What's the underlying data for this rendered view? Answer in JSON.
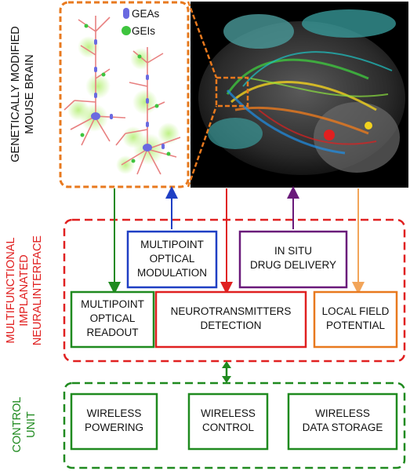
{
  "colors": {
    "orange": "#e8791e",
    "blue": "#1f3fc4",
    "red": "#e02020",
    "purple": "#6a1a7a",
    "light_orange": "#f2a55a",
    "green": "#1f8a1f",
    "gea": "#6a6ae0",
    "gei": "#3ec43e"
  },
  "brain": {
    "side_label_line1": "GENETICALLY MODIFIED",
    "side_label_line2": "MOUSE BRAIN"
  },
  "legend": {
    "gea": "GEAs",
    "gei": "GEIs"
  },
  "interface": {
    "side_label_line1": "MULTIFUNCTIONAL",
    "side_label_line2": "IMPLANATED",
    "side_label_line3": "NEURALINTERFACE",
    "optical_modulation": [
      "MULTIPOINT",
      "OPTICAL",
      "MODULATION"
    ],
    "drug_delivery": [
      "IN SITU",
      "DRUG DELIVERY"
    ],
    "optical_readout": [
      "MULTIPOINT",
      "OPTICAL",
      "READOUT"
    ],
    "neurotransmitters": [
      "NEUROTRANSMITTERS",
      "DETECTION"
    ],
    "field_potential": [
      "LOCAL FIELD",
      "POTENTIAL"
    ]
  },
  "control": {
    "side_label_line1": "CONTROL",
    "side_label_line2": "UNIT",
    "powering": [
      "WIRELESS",
      "POWERING"
    ],
    "wireless_control": [
      "WIRELESS",
      "CONTROL"
    ],
    "data_storage": [
      "WIRELESS",
      "DATA STORAGE"
    ]
  }
}
